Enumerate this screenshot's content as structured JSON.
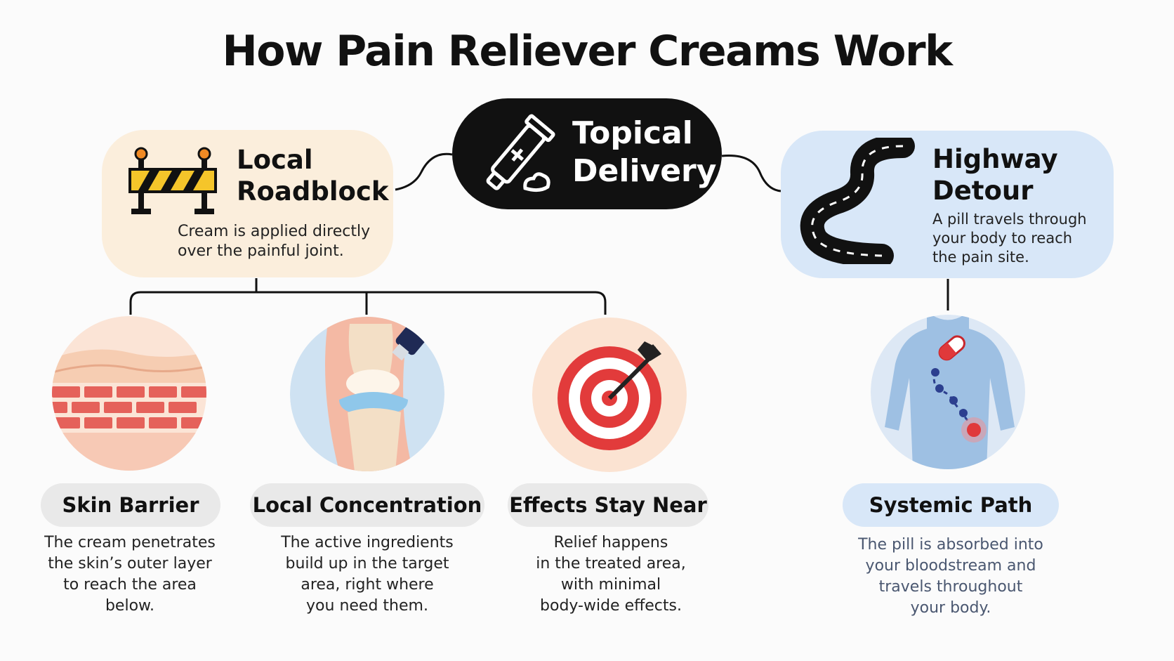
{
  "title": "How Pain Reliever Creams Work",
  "center": {
    "label_line1": "Topical",
    "label_line2": "Delivery",
    "icon": "cream-tube-icon"
  },
  "local": {
    "title_line1": "Local",
    "title_line2": "Roadblock",
    "description_line1": "Cream is applied directly",
    "description_line2": "over the painful joint.",
    "icon": "roadblock-barrier-icon",
    "color": "#fbeedc"
  },
  "highway": {
    "title_line1": "Highway",
    "title_line2": "Detour",
    "description_line1": "A pill travels through",
    "description_line2": "your body to reach",
    "description_line3": "the pain site.",
    "icon": "winding-road-icon",
    "color": "#d8e7f8"
  },
  "steps": [
    {
      "label": "Skin Barrier",
      "icon": "skin-layers-icon",
      "lines": [
        "The cream penetrates",
        "the skin’s outer layer",
        "to reach the area",
        "below."
      ]
    },
    {
      "label": "Local Concentration",
      "icon": "knee-joint-icon",
      "lines": [
        "The active ingredients",
        "build up in the target",
        "area, right where",
        "you need them."
      ]
    },
    {
      "label": "Effects Stay Near",
      "icon": "target-icon",
      "lines": [
        "Relief happens",
        "in the treated area,",
        "with minimal",
        "body-wide effects."
      ]
    },
    {
      "label": "Systemic Path",
      "icon": "body-pill-path-icon",
      "lines": [
        "The pill is absorbed into",
        "your bloodstream and",
        "travels throughout",
        "your body."
      ]
    }
  ]
}
